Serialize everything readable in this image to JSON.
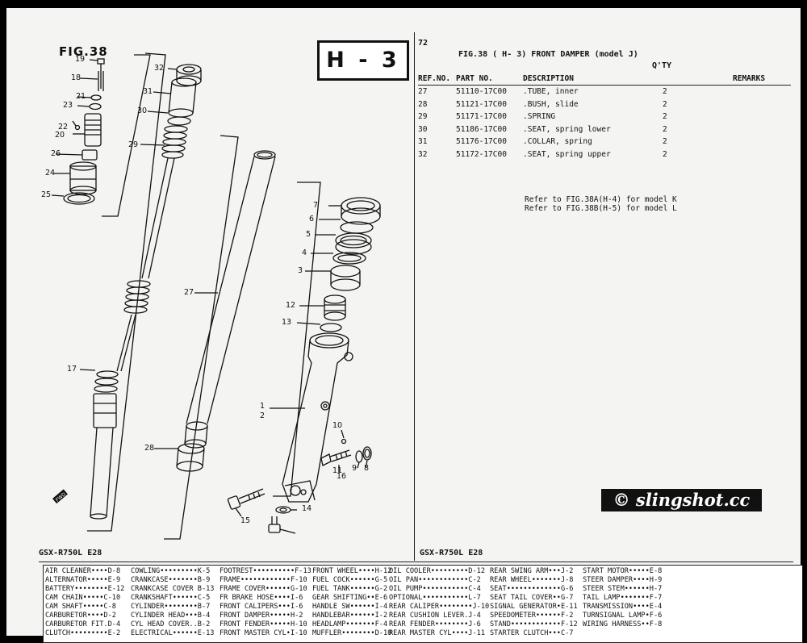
{
  "figure_label": "FIG.38",
  "section_code": "H - 3",
  "page_number": "72",
  "figure_title": "FIG.38 (  H- 3) FRONT DAMPER (model J)",
  "qty_top": "Q'TY",
  "table": {
    "headers": {
      "ref": "REF.NO.",
      "part": "PART NO.",
      "desc": "DESCRIPTION",
      "qty": "",
      "remarks": "REMARKS"
    },
    "rows": [
      {
        "ref": "27",
        "part": "51110-17C00",
        "desc": ".TUBE, inner",
        "qty": "2"
      },
      {
        "ref": "28",
        "part": "51121-17C00",
        "desc": ".BUSH, slide",
        "qty": "2"
      },
      {
        "ref": "29",
        "part": "51171-17C00",
        "desc": ".SPRING",
        "qty": "2"
      },
      {
        "ref": "30",
        "part": "51186-17C00",
        "desc": ".SEAT, spring lower",
        "qty": "2"
      },
      {
        "ref": "31",
        "part": "51176-17C00",
        "desc": ".COLLAR, spring",
        "qty": "2"
      },
      {
        "ref": "32",
        "part": "51172-17C00",
        "desc": ".SEAT, spring upper",
        "qty": "2"
      }
    ]
  },
  "notes": [
    "Refer to FIG.38A(H-4) for model K",
    "Refer to FIG.38B(H-5) for model L"
  ],
  "model_left": "GSX-R750L E28",
  "model_right": "GSX-R750L E28",
  "watermark": "© slingshot.cc",
  "fwd_label": "FWD",
  "part_labels": [
    "19",
    "18",
    "21",
    "23",
    "22",
    "20",
    "26",
    "24",
    "25",
    "32",
    "31",
    "30",
    "29",
    "17",
    "27",
    "28",
    "7",
    "6",
    "5",
    "4",
    "3",
    "12",
    "13",
    "1",
    "2",
    "10",
    "11",
    "9",
    "8",
    "16",
    "15",
    "14"
  ],
  "index": [
    [
      "AIR CLEANER••••D-8",
      "ALTERNATOR•••••E-9",
      "BATTERY••••••••E-12",
      "CAM CHAIN•••••C-10",
      "CAM SHAFT•••••C-8",
      "CARBURETOR••••D-2",
      "CARBURETOR FIT.D-4",
      "CLUTCH•••••••••E-2"
    ],
    [
      "COWLING•••••••••K-5",
      "CRANKCASE•••••••B-9",
      "CRANKCASE COVER B-13",
      "CRANKSHAFT••••••C-5",
      "CYLINDER••••••••B-7",
      "CYLINDER HEAD•••B-4",
      "CYL HEAD COVER..B-2",
      "ELECTRICAL••••••E-13"
    ],
    [
      "FOOTREST••••••••••F-13",
      "FRAME••••••••••••F-10",
      "FRAME COVER••••••G-10",
      "FR BRAKE HOSE••••I-6",
      "FRONT CALIPERS•••I-6",
      "FRONT DAMPER•••••H-2",
      "FRONT FENDER•••••H-10",
      "FRONT MASTER CYL•I-10"
    ],
    [
      "FRONT WHEEL••••H-12",
      "FUEL COCK••••••G-5",
      "FUEL TANK••••••G-2",
      "GEAR SHIFTING••E-6",
      "HANDLE SW••••••I-4",
      "HANDLEBAR••••••I-2",
      "HEADLAMP•••••••F-4",
      "MUFFLER••••••••D-10"
    ],
    [
      "OIL COOLER•••••••••D-12",
      "OIL PAN••••••••••••C-2",
      "OIL PUMP•••••••••••C-4",
      "OPTIONAL•••••••••••L-7",
      "REAR CALIPER••••••••J-10",
      "REAR CUSHION LEVER.J-4",
      "REAR FENDER••••••••J-6",
      "REAR MASTER CYL••••J-11"
    ],
    [
      "REAR SWING ARM•••J-2",
      "REAR WHEEL•••••••J-8",
      "SEAT•••••••••••••G-6",
      "SEAT TAIL COVER••G-7",
      "SIGNAL GENERATOR•E-11",
      "SPEEDOMETER••••••F-2",
      "STAND••••••••••••F-12",
      "STARTER CLUTCH•••C-7"
    ],
    [
      "START MOTOR•••••E-8",
      "STEER DAMPER••••H-9",
      "STEER STEM••••••H-7",
      "TAIL LAMP•••••••F-7",
      "TRANSMISSION••••E-4",
      "TURNSIGNAL LAMP•F-6",
      "WIRING HARNESS••F-8",
      ""
    ]
  ]
}
